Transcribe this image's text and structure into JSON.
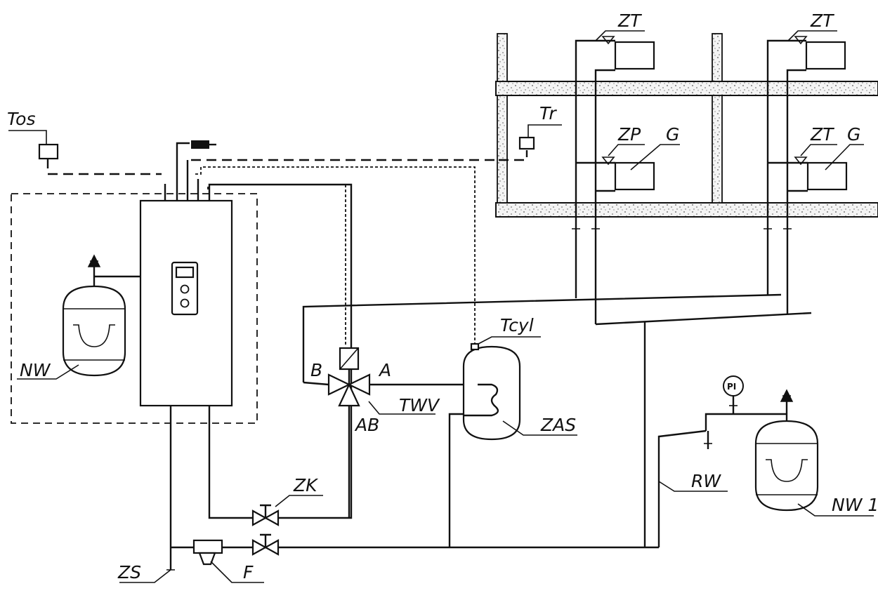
{
  "labels": {
    "tos": "Tos",
    "tr": "Tr",
    "zt1": "ZT",
    "zt2": "ZT",
    "zt3": "ZT",
    "zp": "ZP",
    "g1": "G",
    "g2": "G",
    "nw": "NW",
    "b": "B",
    "a": "A",
    "ab": "AB",
    "twv": "TWV",
    "tcyl": "Tcyl",
    "zas": "ZAS",
    "pi": "PI",
    "rw": "RW",
    "nw1": "NW 1",
    "zk": "ZK",
    "zs": "ZS",
    "f": "F"
  }
}
